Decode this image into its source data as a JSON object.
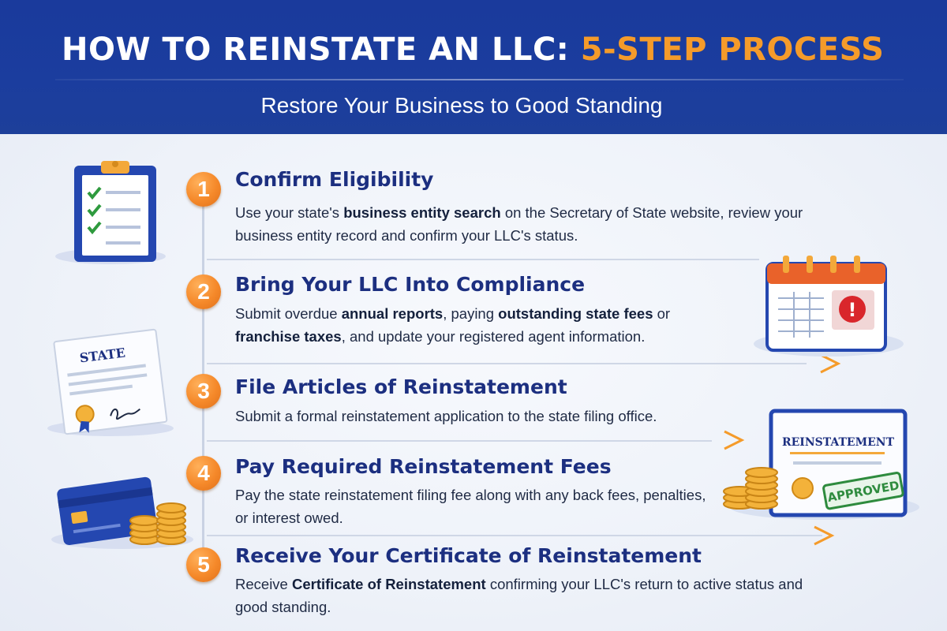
{
  "header": {
    "title_main": "HOW TO REINSTATE AN LLC: ",
    "title_accent": "5-STEP PROCESS",
    "subtitle": "Restore Your Business to Good Standing"
  },
  "colors": {
    "header_blue": "#1b3d9e",
    "accent_orange": "#f59b2a",
    "step_title_navy": "#1c2f80",
    "approved_green": "#2e8b3e"
  },
  "steps": [
    {
      "number": "1",
      "title": "Confirm Eligibility",
      "desc": [
        {
          "t": "Use your state's ",
          "b": false
        },
        {
          "t": "business entity search",
          "b": true
        },
        {
          "t": " on the Secretary of State website, review your business entity record and confirm your LLC's status.",
          "b": false
        }
      ],
      "icon": "clipboard-checklist-icon"
    },
    {
      "number": "2",
      "title": "Bring Your LLC Into Compliance",
      "desc": [
        {
          "t": "Submit overdue ",
          "b": false
        },
        {
          "t": "annual reports",
          "b": true
        },
        {
          "t": ", paying ",
          "b": false
        },
        {
          "t": "outstanding state fees",
          "b": true
        },
        {
          "t": " or ",
          "b": false
        },
        {
          "t": "franchise taxes",
          "b": true
        },
        {
          "t": ", and update your registered agent information.",
          "b": false
        }
      ],
      "icon": "calendar-alert-icon"
    },
    {
      "number": "3",
      "title": "File Articles of Reinstatement",
      "desc": [
        {
          "t": "Submit a formal reinstatement application to the state filing office.",
          "b": false
        }
      ],
      "icon": "state-document-icon"
    },
    {
      "number": "4",
      "title": "Pay Required Reinstatement Fees",
      "desc": [
        {
          "t": "Pay the state reinstatement filing fee along with any back fees, penalties, or interest owed.",
          "b": false
        }
      ],
      "icon": "credit-card-coins-icon"
    },
    {
      "number": "5",
      "title": "Receive Your Certificate of Reinstatement",
      "desc": [
        {
          "t": "Receive ",
          "b": false
        },
        {
          "t": "Certificate of Reinstatement",
          "b": true
        },
        {
          "t": " confirming your LLC's return to active status and good standing.",
          "b": false
        }
      ],
      "icon": "certificate-approved-icon"
    }
  ],
  "illustrations": {
    "state_doc_label": "STATE",
    "certificate_label": "REINSTATEMENT",
    "approved_stamp": "APPROVED",
    "calendar_alert": "!"
  }
}
